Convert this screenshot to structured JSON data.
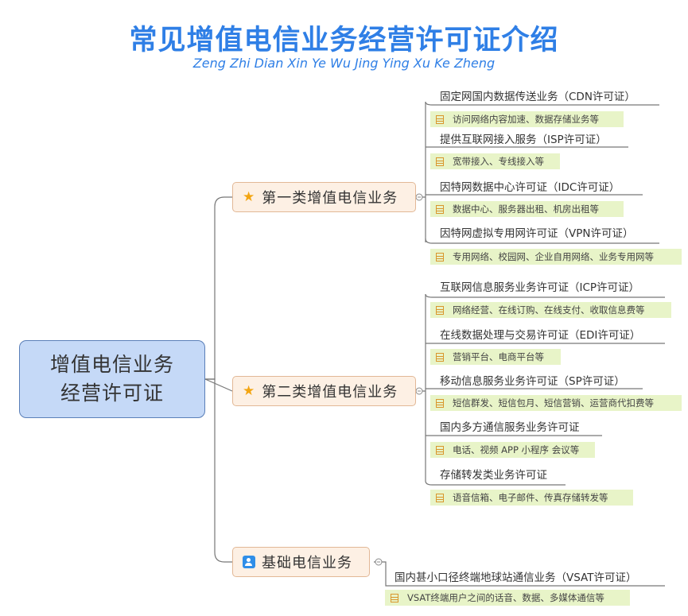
{
  "title": "常见增值电信业务经营许可证介绍",
  "subtitle": "Zeng Zhi Dian Xin Ye Wu Jing Ying Xu Ke Zheng",
  "root": {
    "line1": "增值电信业务",
    "line2": "经营许可证"
  },
  "branches": [
    {
      "label": "第一类增值电信业务",
      "icon": "star-icon",
      "children": [
        {
          "label": "固定网国内数据传送业务（CDN许可证）",
          "note": "访问网络内容加速、数据存储业务等"
        },
        {
          "label": "提供互联网接入服务（ISP许可证）",
          "note": "宽带接入、专线接入等"
        },
        {
          "label": "因特网数据中心许可证（IDC许可证）",
          "note": "数据中心、服务器出租、机房出租等"
        },
        {
          "label": "因特网虚拟专用网许可证（VPN许可证）",
          "note": "专用网络、校园网、企业自用网络、业务专用网等"
        }
      ]
    },
    {
      "label": "第二类增值电信业务",
      "icon": "star-icon",
      "children": [
        {
          "label": "互联网信息服务业务许可证（ICP许可证）",
          "note": "网络经营、在线订购、在线支付、收取信息费等"
        },
        {
          "label": "在线数据处理与交易许可证（EDI许可证）",
          "note": "营销平台、电商平台等"
        },
        {
          "label": "移动信息服务业务许可证（SP许可证）",
          "note": "短信群发、短信包月、短信营销、运营商代扣费等"
        },
        {
          "label": "国内多方通信服务业务许可证",
          "note": "电话、视频 APP 小程序 会议等"
        },
        {
          "label": "存储转发类业务许可证",
          "note": "语音信箱、电子邮件、传真存储转发等"
        }
      ]
    },
    {
      "label": "基础电信业务",
      "icon": "contact-card-icon",
      "children": [
        {
          "label": "国内甚小口径终端地球站通信业务（VSAT许可证）",
          "note": "VSAT终端用户之间的话音、数据、多媒体通信等"
        }
      ]
    }
  ],
  "colors": {
    "title": "#2f7fe6",
    "root_fill": "#c5d9f7",
    "branch_fill": "#fdf0e4",
    "note_fill": "#e8f4c8",
    "line": "#777777"
  }
}
